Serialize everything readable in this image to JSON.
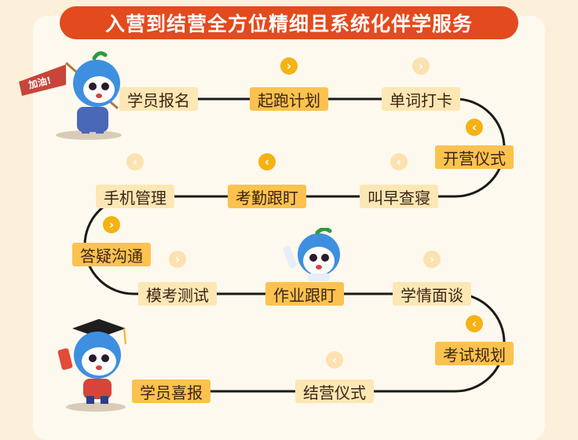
{
  "title": "入营到结营全方位精细且系统化伴学服务",
  "flag_text": "加油!",
  "glyphs": {
    "right": "›",
    "left": "‹"
  },
  "colors": {
    "title_bg": "#e34a1d",
    "node_light": "#fde7b5",
    "node_dark": "#fcc24f",
    "line": "#1a1a1a",
    "arrow_strong": "#f5b215",
    "arrow_pale": "#fbe2b0"
  },
  "nodes": [
    {
      "label": "学员报名",
      "style": "light"
    },
    {
      "label": "起跑计划",
      "style": "dark"
    },
    {
      "label": "单词打卡",
      "style": "light"
    },
    {
      "label": "开营仪式",
      "style": "dark"
    },
    {
      "label": "叫早查寝",
      "style": "light"
    },
    {
      "label": "考勤跟盯",
      "style": "dark"
    },
    {
      "label": "手机管理",
      "style": "light"
    },
    {
      "label": "答疑沟通",
      "style": "dark"
    },
    {
      "label": "模考测试",
      "style": "light"
    },
    {
      "label": "作业跟盯",
      "style": "dark"
    },
    {
      "label": "学情面谈",
      "style": "light"
    },
    {
      "label": "考试规划",
      "style": "dark"
    },
    {
      "label": "结营仪式",
      "style": "light"
    },
    {
      "label": "学员喜报",
      "style": "dark"
    }
  ],
  "arrows": [
    {
      "dir": "right",
      "style": "strong"
    },
    {
      "dir": "right",
      "style": "pale"
    },
    {
      "dir": "left",
      "style": "strong"
    },
    {
      "dir": "left",
      "style": "pale"
    },
    {
      "dir": "left",
      "style": "strong"
    },
    {
      "dir": "left",
      "style": "pale"
    },
    {
      "dir": "right",
      "style": "strong"
    },
    {
      "dir": "right",
      "style": "pale"
    },
    {
      "dir": "right",
      "style": "pale"
    },
    {
      "dir": "left",
      "style": "strong"
    },
    {
      "dir": "left",
      "style": "pale"
    }
  ]
}
